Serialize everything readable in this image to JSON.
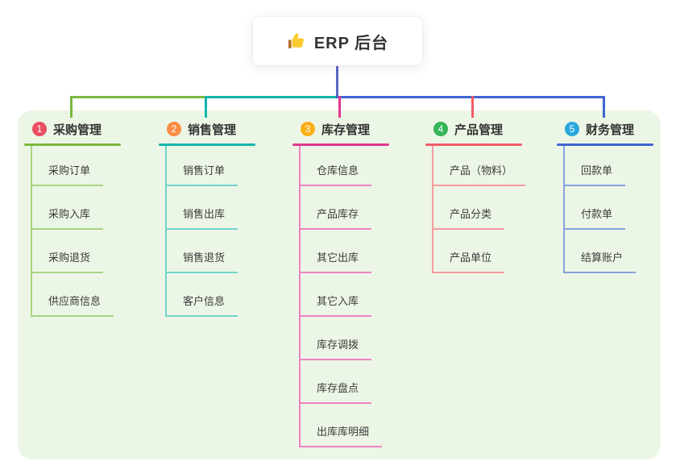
{
  "root": {
    "label": "ERP 后台",
    "icon": "thumbs-up-icon",
    "line_color": "#5b68c6"
  },
  "branches": [
    {
      "index": "1",
      "label": "采购管理",
      "badge_color": "#ea4f63",
      "line_color": "#7ab83d",
      "light_color": "#a9d383",
      "children": [
        "采购订单",
        "采购入库",
        "采购退货",
        "供应商信息"
      ]
    },
    {
      "index": "2",
      "label": "销售管理",
      "badge_color": "#fa8c44",
      "line_color": "#12b5ab",
      "light_color": "#72d4cb",
      "children": [
        "销售订单",
        "销售出库",
        "销售退货",
        "客户信息"
      ]
    },
    {
      "index": "3",
      "label": "库存管理",
      "badge_color": "#fbaf18",
      "line_color": "#e0368c",
      "light_color": "#ee82c0",
      "children": [
        "仓库信息",
        "产品库存",
        "其它出库",
        "其它入库",
        "库存调拨",
        "库存盘点",
        "出库库明细"
      ]
    },
    {
      "index": "4",
      "label": "产品管理",
      "badge_color": "#35b558",
      "line_color": "#f25b66",
      "light_color": "#f79ba1",
      "children": [
        "产品（物料）",
        "产品分类",
        "产品单位"
      ]
    },
    {
      "index": "5",
      "label": "财务管理",
      "badge_color": "#29a7dd",
      "line_color": "#4164d1",
      "light_color": "#86a1e0",
      "children": [
        "回款单",
        "付款单",
        "结算账户"
      ]
    }
  ],
  "panel_color": "#ecf6e6"
}
